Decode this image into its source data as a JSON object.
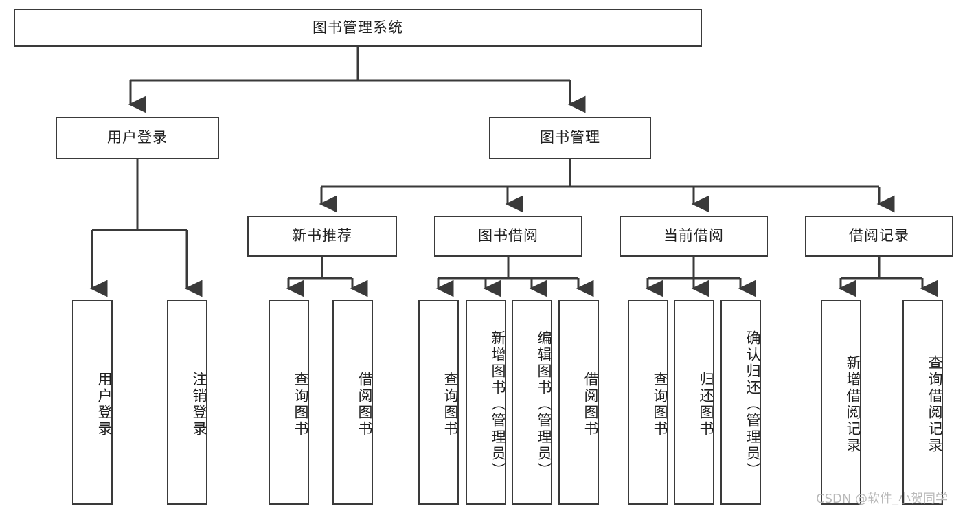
{
  "diagram": {
    "title": "图书管理系统",
    "type": "tree",
    "watermark": "CSDN @软件_小贺同学",
    "colors": {
      "background": "#ffffff",
      "box_border": "#3a3a3a",
      "box_fill": "#ffffff",
      "edge": "#3a3a3a",
      "text": "#1f1f1f",
      "watermark": "#b9b9b9"
    },
    "nodes": {
      "root": {
        "label": "图书管理系统",
        "orientation": "horizontal"
      },
      "level2": [
        {
          "label": "用户登录",
          "orientation": "horizontal"
        },
        {
          "label": "图书管理",
          "orientation": "horizontal"
        }
      ],
      "level3": [
        {
          "label": "新书推荐",
          "orientation": "horizontal"
        },
        {
          "label": "图书借阅",
          "orientation": "horizontal"
        },
        {
          "label": "当前借阅",
          "orientation": "horizontal"
        },
        {
          "label": "借阅记录",
          "orientation": "horizontal"
        }
      ],
      "leaves_user_login": [
        {
          "label": "用户登录",
          "orientation": "vertical"
        },
        {
          "label": "注销登录",
          "orientation": "vertical"
        }
      ],
      "leaves_new_book": [
        {
          "label": "查询图书",
          "orientation": "vertical"
        },
        {
          "label": "借阅图书",
          "orientation": "vertical"
        }
      ],
      "leaves_borrow": [
        {
          "label": "查询图书",
          "orientation": "vertical"
        },
        {
          "label": "新增图书（管理员）",
          "orientation": "vertical"
        },
        {
          "label": "编辑图书（管理员）",
          "orientation": "vertical"
        },
        {
          "label": "借阅图书",
          "orientation": "vertical"
        }
      ],
      "leaves_current": [
        {
          "label": "查询图书",
          "orientation": "vertical"
        },
        {
          "label": "归还图书",
          "orientation": "vertical"
        },
        {
          "label": "确认归还（管理员）",
          "orientation": "vertical"
        }
      ],
      "leaves_records": [
        {
          "label": "新增借阅记录",
          "orientation": "vertical"
        },
        {
          "label": "查询借阅记录",
          "orientation": "vertical"
        }
      ]
    },
    "edges": [
      {
        "from": "图书管理系统",
        "to": "用户登录"
      },
      {
        "from": "图书管理系统",
        "to": "图书管理"
      },
      {
        "from": "图书管理",
        "to": "新书推荐"
      },
      {
        "from": "图书管理",
        "to": "图书借阅"
      },
      {
        "from": "图书管理",
        "to": "当前借阅"
      },
      {
        "from": "图书管理",
        "to": "借阅记录"
      },
      {
        "from": "用户登录",
        "to": "用户登录(叶)"
      },
      {
        "from": "用户登录",
        "to": "注销登录"
      },
      {
        "from": "新书推荐",
        "to": "查询图书"
      },
      {
        "from": "新书推荐",
        "to": "借阅图书"
      },
      {
        "from": "图书借阅",
        "to": "查询图书"
      },
      {
        "from": "图书借阅",
        "to": "新增图书（管理员）"
      },
      {
        "from": "图书借阅",
        "to": "编辑图书（管理员）"
      },
      {
        "from": "图书借阅",
        "to": "借阅图书"
      },
      {
        "from": "当前借阅",
        "to": "查询图书"
      },
      {
        "from": "当前借阅",
        "to": "归还图书"
      },
      {
        "from": "当前借阅",
        "to": "确认归还（管理员）"
      },
      {
        "from": "借阅记录",
        "to": "新增借阅记录"
      },
      {
        "from": "借阅记录",
        "to": "查询借阅记录"
      }
    ]
  }
}
